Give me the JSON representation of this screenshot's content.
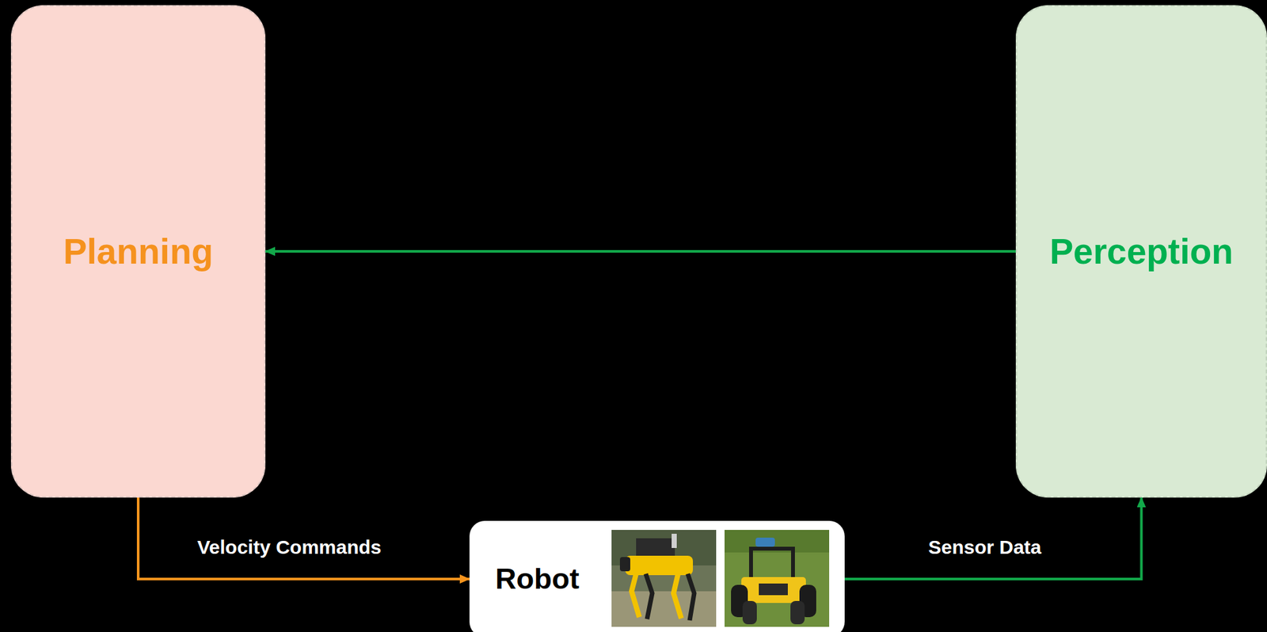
{
  "diagram": {
    "nodes": [
      {
        "text": [
          "Planning"
        ]
      },
      {
        "text": [
          "Perception"
        ]
      },
      {
        "text": [
          "Robot"
        ]
      }
    ],
    "edges": [
      {
        "from": 1,
        "to": 0,
        "arrow": "to"
      },
      {
        "from": 0,
        "to": 2,
        "label": "Velocity Commands",
        "arrow": "to"
      },
      {
        "from": 2,
        "to": 1,
        "label": "Sensor Data",
        "arrow": "to"
      }
    ]
  }
}
